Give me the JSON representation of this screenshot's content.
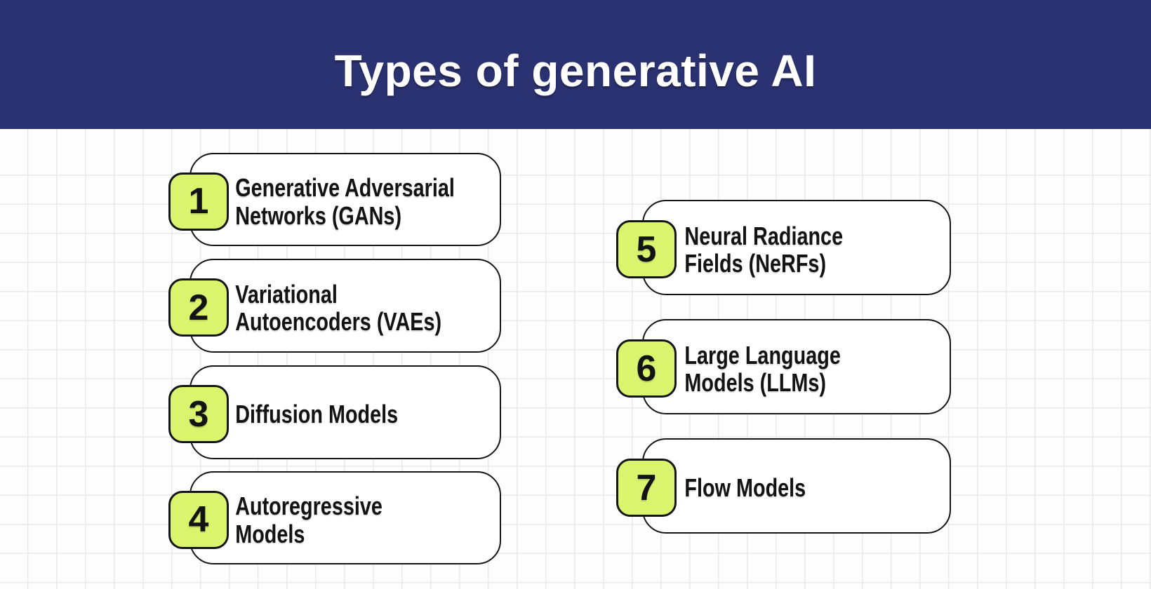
{
  "banner": {
    "title": "Types of generative AI"
  },
  "colors": {
    "banner_bg": "#2B3271",
    "banner_text": "#FFFFFF",
    "badge_bg": "#DBF46E",
    "card_bg": "#FFFFFF",
    "outline": "#151515",
    "grid_line": "#E9E9E9",
    "page_bg": "#FDFDFD"
  },
  "items": [
    {
      "number": "1",
      "line1": "Generative Adversarial",
      "line2": "Networks (GANs)"
    },
    {
      "number": "2",
      "line1": "Variational",
      "line2": "Autoencoders (VAEs)"
    },
    {
      "number": "3",
      "line1": "Diffusion Models",
      "line2": ""
    },
    {
      "number": "4",
      "line1": "Autoregressive",
      "line2": "Models"
    },
    {
      "number": "5",
      "line1": "Neural Radiance",
      "line2": "Fields (NeRFs)"
    },
    {
      "number": "6",
      "line1": "Large Language",
      "line2": "Models (LLMs)"
    },
    {
      "number": "7",
      "line1": "Flow Models",
      "line2": ""
    }
  ]
}
